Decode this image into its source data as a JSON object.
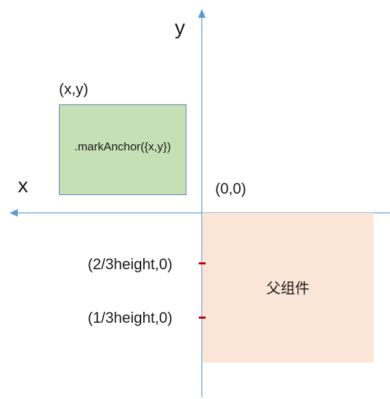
{
  "axes": {
    "x_label": "x",
    "y_label": "y",
    "origin_label": "(0,0)",
    "color": "#5b9bd5"
  },
  "parent_component": {
    "label": "父组件",
    "color": "#fbe5d6"
  },
  "child_component": {
    "corner_label": "(x,y)",
    "label": ".markAnchor({x,y})",
    "color": "#c5e0b4"
  },
  "ticks": [
    {
      "label": "(2/3height,0)",
      "color": "#c00000"
    },
    {
      "label": "(1/3height,0)",
      "color": "#c00000"
    }
  ]
}
